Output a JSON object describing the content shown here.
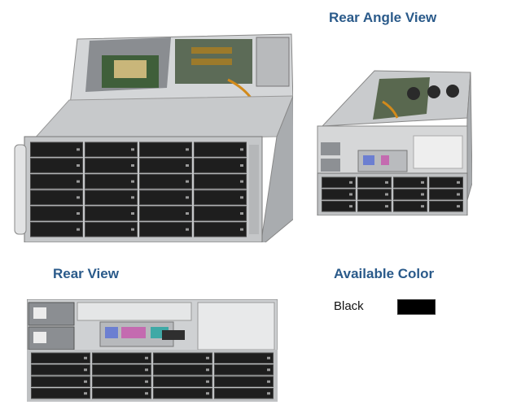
{
  "labels": {
    "rear_angle_view": "Rear Angle View",
    "rear_view": "Rear View",
    "available_color": "Available Color"
  },
  "color_option": {
    "name": "Black",
    "swatch": "#000000"
  },
  "photos": {
    "front_view": {
      "drive_columns": 4,
      "drive_rows": 6
    },
    "rear_angle_view": {
      "drive_columns": 4,
      "drive_rows": 3
    },
    "rear_view": {
      "drive_columns": 4,
      "drive_rows": 4
    }
  }
}
